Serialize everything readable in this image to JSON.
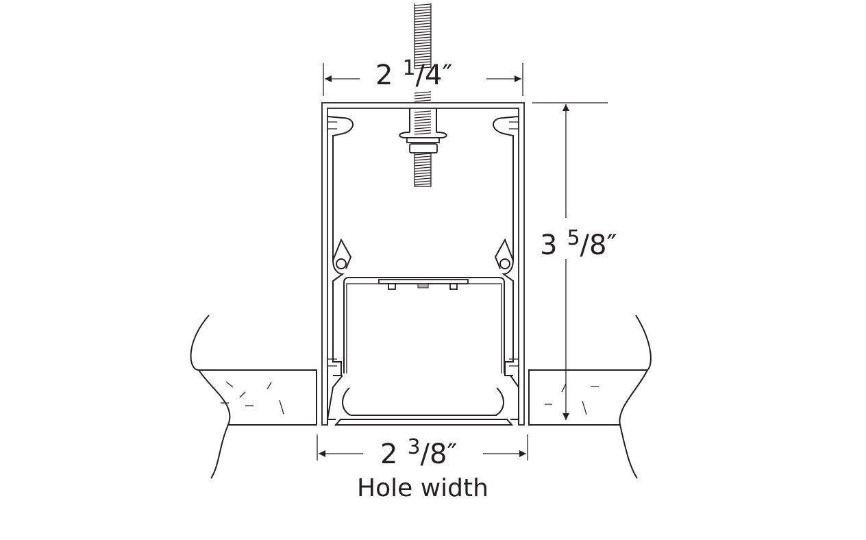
{
  "title": "Recessed linear profile section with hole width",
  "dimensions": {
    "top_width": {
      "whole": "2",
      "numerator": "1",
      "denominator": "/4″"
    },
    "height": {
      "whole": "3",
      "numerator": "5",
      "denominator": "/8″"
    },
    "hole_width": {
      "whole": "2",
      "numerator": "3",
      "denominator": "/8″",
      "caption": "Hole width"
    }
  },
  "colors": {
    "line": "#231f20",
    "led_chip": "#b0b0b0"
  }
}
